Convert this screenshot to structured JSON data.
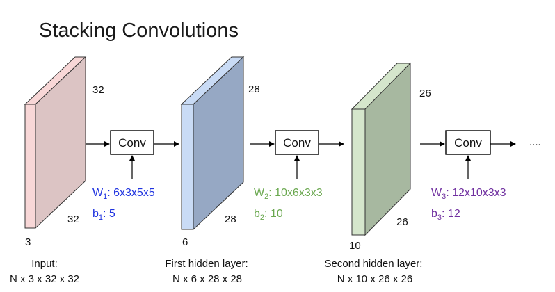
{
  "title": "Stacking Convolutions",
  "conv_label": "Conv",
  "ellipsis": "....",
  "colors": {
    "blue": "#1f33e0",
    "green": "#6aa84f",
    "purple": "#7030a0"
  },
  "layers": [
    {
      "height": "32",
      "width": "32",
      "channels": "3",
      "caption_line1": "Input:",
      "caption_line2": "N x 3 x 32 x 32"
    },
    {
      "height": "28",
      "width": "28",
      "channels": "6",
      "caption_line1": "First hidden layer:",
      "caption_line2": "N x 6 x 28 x 28"
    },
    {
      "height": "26",
      "width": "26",
      "channels": "10",
      "caption_line1": "Second hidden layer:",
      "caption_line2": "N x 10 x 26 x 26"
    }
  ],
  "params": [
    {
      "w_prefix": "W",
      "w_sub": "1",
      "w_value": ": 6x3x5x5",
      "b_prefix": "b",
      "b_sub": "1",
      "b_value": ": 5"
    },
    {
      "w_prefix": "W",
      "w_sub": "2",
      "w_value": ": 10x6x3x3",
      "b_prefix": "b",
      "b_sub": "2",
      "b_value": ": 10"
    },
    {
      "w_prefix": "W",
      "w_sub": "3",
      "w_value": ": 12x10x3x3",
      "b_prefix": "b",
      "b_sub": "3",
      "b_value": ": 12"
    }
  ]
}
